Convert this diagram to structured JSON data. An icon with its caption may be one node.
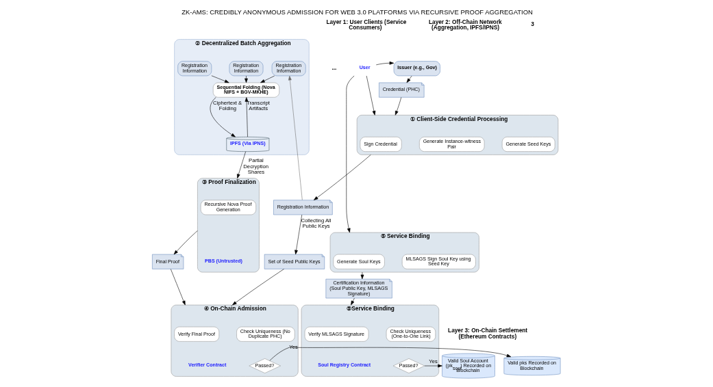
{
  "diagram": {
    "title": "ZK-AMS: CREDIBLY ANONYMOUS ADMISSION FOR WEB 3.0 PLATFORMS VIA RECURSIVE PROOF AGGREGATION",
    "nodes": [
      {
        "text": [
          "User"
        ]
      },
      {
        "text": [
          "Issuer (e.g., Gov)"
        ]
      },
      {
        "text": [
          "Credential (PHC)"
        ]
      },
      {
        "text": [
          "① Client-Side Credential Processing"
        ]
      },
      {
        "text": [
          "Sign Credential"
        ],
        "in": 3
      },
      {
        "text": [
          "Generate Instance-witness Pair"
        ],
        "in": 3
      },
      {
        "text": [
          "Generate Seed Keys"
        ],
        "in": 3
      },
      {
        "text": [
          "Registration Information"
        ]
      },
      {
        "text": [
          "② Decentralized Batch Aggregation"
        ]
      },
      {
        "text": [
          "Registration Information"
        ],
        "in": 8
      },
      {
        "text": [
          "Registration Information"
        ],
        "in": 8
      },
      {
        "text": [
          "Registration Information"
        ],
        "in": 8
      },
      {
        "text": [
          "Sequential Folding (Nova NIFS + BGV-MKHE)"
        ],
        "in": 8
      },
      {
        "text": [
          "IPFS (Via IPNS)"
        ],
        "in": 8
      },
      {
        "text": [
          "③ Proof Finalization"
        ],
        "beside": [
          "PBS (Untrusted)"
        ]
      },
      {
        "text": [
          "Recursive Nova Proof Generation"
        ],
        "in": 14
      },
      {
        "text": [
          "Set of Seed Public Keys"
        ]
      },
      {
        "text": [
          "Final Proof"
        ]
      },
      {
        "text": [
          "⑤ Service Binding"
        ]
      },
      {
        "text": [
          "Generate Soul Keys"
        ],
        "in": 18
      },
      {
        "text": [
          "MLSAGS Sign Soul Key using Seed Key"
        ],
        "in": 18
      },
      {
        "text": [
          "Certification Information (Soul Public Key, MLSAGS Signature)"
        ]
      },
      {
        "text": [
          "⑤Service Binding"
        ],
        "beside": [
          "Soul Registry Contract"
        ]
      },
      {
        "text": [
          "Verify MLSAGS Signature"
        ],
        "in": 22
      },
      {
        "text": [
          "Check Uniqueness (One-to-One Link)"
        ],
        "in": 22
      },
      {
        "text": [
          "Passed?"
        ],
        "in": 22
      },
      {
        "text": [
          "Valid Soul Account (pk$_{soul}$) Recorded on Blockchain"
        ]
      },
      {
        "text": [
          "④ On-Chain Admission"
        ],
        "beside": [
          "Verifier Contract"
        ]
      },
      {
        "text": [
          "Verify Final Proof"
        ],
        "in": 27
      },
      {
        "text": [
          "Check Uniqueness (No Duplicate PHC)"
        ],
        "in": 27
      },
      {
        "text": [
          "Passed?"
        ],
        "in": 27
      },
      {
        "text": [
          "Valid pks Recorded on Blockchain"
        ]
      }
    ],
    "edges": [
      {
        "from": 0,
        "to": 1,
        "arrow": "to"
      },
      {
        "from": 1,
        "to": 2,
        "arrow": "to"
      },
      {
        "from": 2,
        "to": 3,
        "arrow": "to"
      },
      {
        "from": 0,
        "to": 3,
        "arrow": "to"
      },
      {
        "from": 0,
        "to": 18,
        "arrow": "to"
      },
      {
        "from": 3,
        "to": 7,
        "arrow": "to"
      },
      {
        "from": 7,
        "to": 11,
        "arrow": "to",
        "color": "#707070"
      },
      {
        "from": 7,
        "to": 16,
        "label": "Collecting All Public Keys",
        "arrow": "to"
      },
      {
        "from": 9,
        "to": 12,
        "arrow": "to"
      },
      {
        "from": 10,
        "to": 12,
        "arrow": "to"
      },
      {
        "from": 11,
        "to": 12,
        "arrow": "to"
      },
      {
        "from": 12,
        "to": 13,
        "label": "Ciphertext & Folding",
        "arrow": "to"
      },
      {
        "from": 13,
        "to": 12,
        "label": "Transcript Artifacts",
        "arrow": "to"
      },
      {
        "from": 13,
        "to": 14,
        "label": "Partial Decryption Shares",
        "arrow": "to"
      },
      {
        "from": 14,
        "to": 17,
        "arrow": "to"
      },
      {
        "from": 17,
        "to": 27,
        "arrow": "to"
      },
      {
        "from": 16,
        "to": 27,
        "arrow": "to"
      },
      {
        "from": 18,
        "to": 21,
        "arrow": "to"
      },
      {
        "from": 21,
        "to": 22,
        "arrow": "to"
      },
      {
        "from": 25,
        "to": 26,
        "label": "Yes",
        "arrow": "to"
      },
      {
        "from": 30,
        "to": 31,
        "label": "Yes",
        "arrow": "to"
      }
    ],
    "labels": [
      "3",
      "Layer 1: User Clients (Service Consumers)",
      "Layer 2: Off-Chain Network (Aggregation, IPFS/IPNS)",
      "...",
      "Layer 3: On-Chain Settlement (Ethereum Contracts)"
    ]
  }
}
